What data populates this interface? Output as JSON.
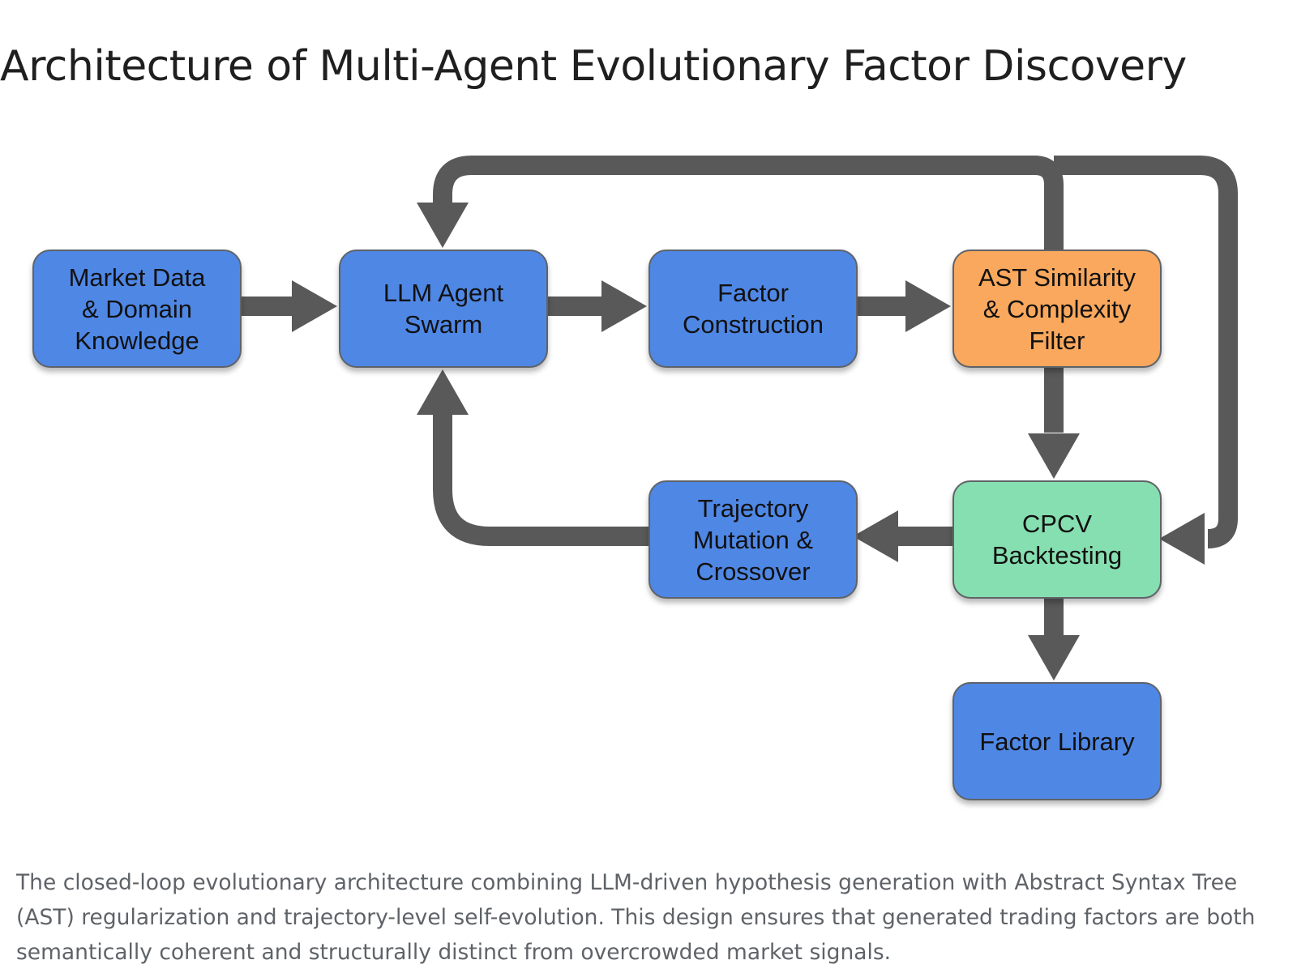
{
  "title": "Architecture of Multi-Agent Evolutionary Factor Discovery",
  "colors": {
    "process": "#4f87e5",
    "filter": "#f9a85d",
    "backtest": "#86dfb0",
    "arrow": "#595959",
    "border": "#5f6368"
  },
  "nodes": [
    {
      "id": "market-data",
      "label": "Market Data\n& Domain\nKnowledge",
      "role": "process"
    },
    {
      "id": "llm-agent-swarm",
      "label": "LLM Agent\nSwarm",
      "role": "process"
    },
    {
      "id": "factor-construction",
      "label": "Factor\nConstruction",
      "role": "process"
    },
    {
      "id": "ast-filter",
      "label": "AST Similarity\n& Complexity\nFilter",
      "role": "filter"
    },
    {
      "id": "cpcv-backtesting",
      "label": "CPCV\nBacktesting",
      "role": "backtest"
    },
    {
      "id": "trajectory-mutation",
      "label": "Trajectory\nMutation &\nCrossover",
      "role": "process"
    },
    {
      "id": "factor-library",
      "label": "Factor Library",
      "role": "process"
    }
  ],
  "edges": [
    {
      "from": "market-data",
      "to": "llm-agent-swarm"
    },
    {
      "from": "llm-agent-swarm",
      "to": "factor-construction"
    },
    {
      "from": "factor-construction",
      "to": "ast-filter"
    },
    {
      "from": "ast-filter",
      "to": "cpcv-backtesting"
    },
    {
      "from": "ast-filter",
      "to": "llm-agent-swarm"
    },
    {
      "from": "cpcv-backtesting",
      "to": "trajectory-mutation"
    },
    {
      "from": "trajectory-mutation",
      "to": "llm-agent-swarm"
    },
    {
      "from": "cpcv-backtesting",
      "to": "factor-library"
    },
    {
      "from": "llm-agent-swarm",
      "to": "cpcv-backtesting"
    }
  ],
  "caption": "The closed-loop evolutionary architecture combining LLM-driven hypothesis generation with Abstract Syntax Tree (AST) regularization and trajectory-level self-evolution. This design ensures that generated trading factors are both semantically coherent and structurally distinct from overcrowded market signals."
}
